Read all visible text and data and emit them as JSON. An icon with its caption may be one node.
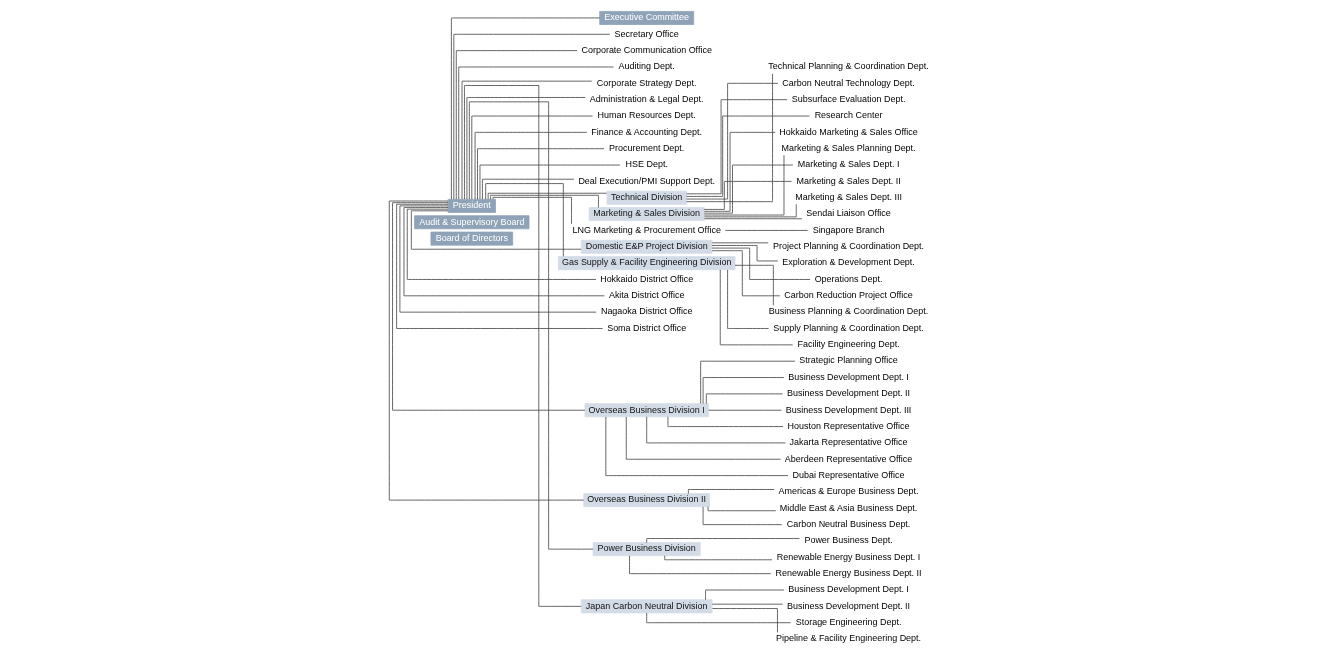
{
  "diagram": {
    "nodes": [
      {
        "text": [
          "Board of Directors"
        ]
      },
      {
        "text": [
          "Audit & Supervisory Board"
        ]
      },
      {
        "text": [
          "President"
        ]
      },
      {
        "text": [
          "Executive Committee"
        ]
      },
      {
        "text": [
          "Secretary Office"
        ]
      },
      {
        "text": [
          "Corporate Communication Office"
        ]
      },
      {
        "text": [
          "Auditing Dept."
        ]
      },
      {
        "text": [
          "Corporate Strategy Dept."
        ]
      },
      {
        "text": [
          "Administration & Legal Dept."
        ]
      },
      {
        "text": [
          "Human Resources Dept."
        ]
      },
      {
        "text": [
          "Finance & Accounting Dept."
        ]
      },
      {
        "text": [
          "Procurement Dept."
        ]
      },
      {
        "text": [
          "HSE Dept."
        ]
      },
      {
        "text": [
          "Deal Execution/PMI Support Dept."
        ]
      },
      {
        "text": [
          "Technical Division"
        ]
      },
      {
        "text": [
          "Technical Planning & Coordination Dept."
        ]
      },
      {
        "text": [
          "Carbon Neutral Technology Dept."
        ]
      },
      {
        "text": [
          "Subsurface Evaluation Dept."
        ]
      },
      {
        "text": [
          "Research Center"
        ]
      },
      {
        "text": [
          "Marketing & Sales Division"
        ]
      },
      {
        "text": [
          "Hokkaido Marketing & Sales Office"
        ]
      },
      {
        "text": [
          "Marketing & Sales Planning Dept."
        ]
      },
      {
        "text": [
          "Marketing & Sales Dept. I"
        ]
      },
      {
        "text": [
          "Marketing & Sales Dept. II"
        ]
      },
      {
        "text": [
          "Marketing & Sales Dept. III"
        ]
      },
      {
        "text": [
          "Sendai Liaison Office"
        ]
      },
      {
        "text": [
          "LNG Marketing & Procurement Office"
        ]
      },
      {
        "text": [
          "Singapore Branch"
        ]
      },
      {
        "text": [
          "Domestic E&P Project Division"
        ]
      },
      {
        "text": [
          "Project Planning & Coordination Dept."
        ]
      },
      {
        "text": [
          "Exploration & Development Dept."
        ]
      },
      {
        "text": [
          "Operations Dept."
        ]
      },
      {
        "text": [
          "Carbon Reduction Project Office"
        ]
      },
      {
        "text": [
          "Gas Supply & Facility Engineering Division"
        ]
      },
      {
        "text": [
          "Business Planning & Coordination Dept."
        ]
      },
      {
        "text": [
          "Supply Planning & Coordination Dept."
        ]
      },
      {
        "text": [
          "Facility Engineering Dept."
        ]
      },
      {
        "text": [
          "Hokkaido District Office"
        ]
      },
      {
        "text": [
          "Akita District Office"
        ]
      },
      {
        "text": [
          "Nagaoka District Office"
        ]
      },
      {
        "text": [
          "Soma District Office"
        ]
      },
      {
        "text": [
          "Overseas Business Division I"
        ]
      },
      {
        "text": [
          "Strategic Planning Office"
        ]
      },
      {
        "text": [
          "Business Development Dept. I"
        ]
      },
      {
        "text": [
          "Business Development Dept. II"
        ]
      },
      {
        "text": [
          "Business Development Dept. III"
        ]
      },
      {
        "text": [
          "Houston Representative Office"
        ]
      },
      {
        "text": [
          "Jakarta Representative Office"
        ]
      },
      {
        "text": [
          "Aberdeen Representative Office"
        ]
      },
      {
        "text": [
          "Dubai Representative Office"
        ]
      },
      {
        "text": [
          "Overseas Business Division II"
        ]
      },
      {
        "text": [
          "Americas & Europe Business Dept."
        ]
      },
      {
        "text": [
          "Middle East & Asia Business Dept."
        ]
      },
      {
        "text": [
          "Carbon Neutral Business Dept."
        ]
      },
      {
        "text": [
          "Power Business Division"
        ]
      },
      {
        "text": [
          "Power Business Dept."
        ]
      },
      {
        "text": [
          "Renewable Energy Business Dept. I"
        ]
      },
      {
        "text": [
          "Renewable Energy Business Dept. II"
        ]
      },
      {
        "text": [
          "Japan Carbon Neutral Division"
        ]
      },
      {
        "text": [
          "Business Development Dept. I"
        ]
      },
      {
        "text": [
          "Business Development Dept. II"
        ]
      },
      {
        "text": [
          "Storage Engineering Dept."
        ]
      },
      {
        "text": [
          "Pipeline & Facility Engineering Dept."
        ]
      }
    ],
    "edges": [
      {
        "from": 2,
        "to": 3,
        "arrow": "none"
      },
      {
        "from": 2,
        "to": 4,
        "arrow": "none"
      },
      {
        "from": 2,
        "to": 5,
        "arrow": "none"
      },
      {
        "from": 2,
        "to": 6,
        "arrow": "none"
      },
      {
        "from": 2,
        "to": 7,
        "arrow": "none"
      },
      {
        "from": 2,
        "to": 8,
        "arrow": "none"
      },
      {
        "from": 2,
        "to": 9,
        "arrow": "none"
      },
      {
        "from": 2,
        "to": 10,
        "arrow": "none"
      },
      {
        "from": 2,
        "to": 11,
        "arrow": "none"
      },
      {
        "from": 2,
        "to": 12,
        "arrow": "none"
      },
      {
        "from": 2,
        "to": 13,
        "arrow": "none"
      },
      {
        "from": 2,
        "to": 14,
        "arrow": "none"
      },
      {
        "from": 14,
        "to": 15,
        "arrow": "none"
      },
      {
        "from": 14,
        "to": 16,
        "arrow": "none"
      },
      {
        "from": 14,
        "to": 17,
        "arrow": "none"
      },
      {
        "from": 14,
        "to": 18,
        "arrow": "none"
      },
      {
        "from": 2,
        "to": 19,
        "arrow": "none"
      },
      {
        "from": 19,
        "to": 20,
        "arrow": "none"
      },
      {
        "from": 19,
        "to": 21,
        "arrow": "none"
      },
      {
        "from": 19,
        "to": 22,
        "arrow": "none"
      },
      {
        "from": 19,
        "to": 23,
        "arrow": "none"
      },
      {
        "from": 19,
        "to": 24,
        "arrow": "none"
      },
      {
        "from": 19,
        "to": 25,
        "arrow": "none"
      },
      {
        "from": 2,
        "to": 26,
        "arrow": "none"
      },
      {
        "from": 26,
        "to": 27,
        "arrow": "none"
      },
      {
        "from": 2,
        "to": 28,
        "arrow": "none"
      },
      {
        "from": 28,
        "to": 29,
        "arrow": "none"
      },
      {
        "from": 28,
        "to": 30,
        "arrow": "none"
      },
      {
        "from": 28,
        "to": 31,
        "arrow": "none"
      },
      {
        "from": 28,
        "to": 32,
        "arrow": "none"
      },
      {
        "from": 2,
        "to": 33,
        "arrow": "none"
      },
      {
        "from": 33,
        "to": 34,
        "arrow": "none"
      },
      {
        "from": 33,
        "to": 35,
        "arrow": "none"
      },
      {
        "from": 33,
        "to": 36,
        "arrow": "none"
      },
      {
        "from": 2,
        "to": 37,
        "arrow": "none"
      },
      {
        "from": 2,
        "to": 38,
        "arrow": "none"
      },
      {
        "from": 2,
        "to": 39,
        "arrow": "none"
      },
      {
        "from": 2,
        "to": 40,
        "arrow": "none"
      },
      {
        "from": 2,
        "to": 41,
        "arrow": "none"
      },
      {
        "from": 41,
        "to": 42,
        "arrow": "none"
      },
      {
        "from": 41,
        "to": 43,
        "arrow": "none"
      },
      {
        "from": 41,
        "to": 44,
        "arrow": "none"
      },
      {
        "from": 41,
        "to": 45,
        "arrow": "none"
      },
      {
        "from": 41,
        "to": 46,
        "arrow": "none"
      },
      {
        "from": 41,
        "to": 47,
        "arrow": "none"
      },
      {
        "from": 41,
        "to": 48,
        "arrow": "none"
      },
      {
        "from": 41,
        "to": 49,
        "arrow": "none"
      },
      {
        "from": 2,
        "to": 50,
        "arrow": "none"
      },
      {
        "from": 50,
        "to": 51,
        "arrow": "none"
      },
      {
        "from": 50,
        "to": 52,
        "arrow": "none"
      },
      {
        "from": 50,
        "to": 53,
        "arrow": "none"
      },
      {
        "from": 2,
        "to": 54,
        "arrow": "none"
      },
      {
        "from": 54,
        "to": 55,
        "arrow": "none"
      },
      {
        "from": 54,
        "to": 56,
        "arrow": "none"
      },
      {
        "from": 54,
        "to": 57,
        "arrow": "none"
      },
      {
        "from": 2,
        "to": 58,
        "arrow": "none"
      },
      {
        "from": 58,
        "to": 59,
        "arrow": "none"
      },
      {
        "from": 58,
        "to": 60,
        "arrow": "none"
      },
      {
        "from": 58,
        "to": 61,
        "arrow": "none"
      },
      {
        "from": 58,
        "to": 62,
        "arrow": "none"
      }
    ]
  }
}
